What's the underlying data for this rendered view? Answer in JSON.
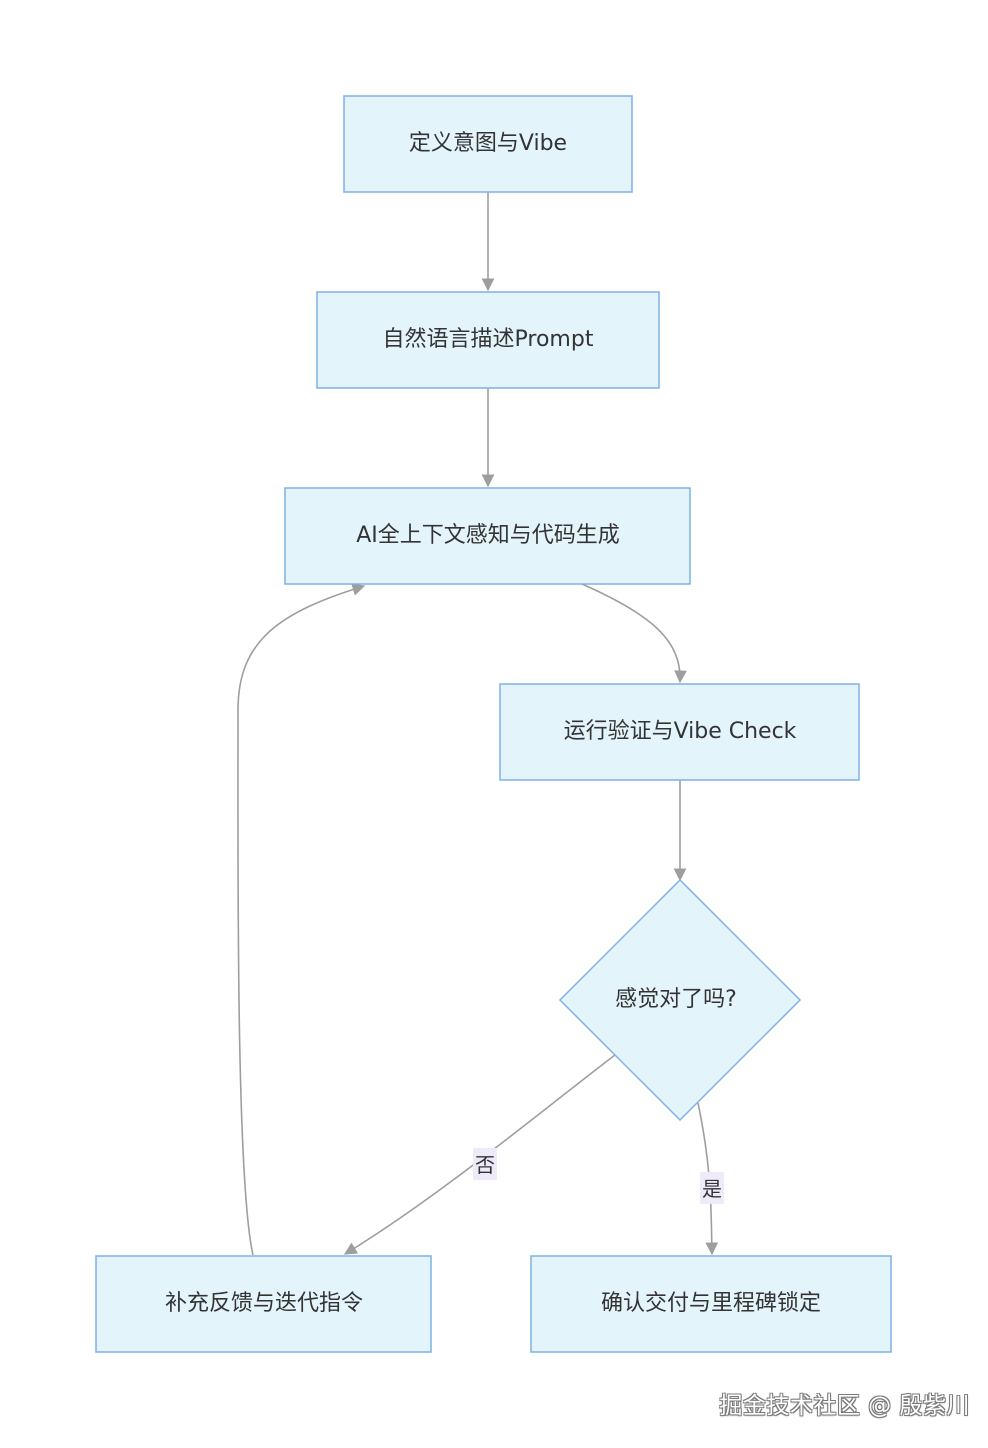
{
  "colors": {
    "node_fill": "#e4f4fb",
    "node_stroke": "#7fb0e6",
    "edge": "#9e9e9e",
    "label_bg": "#eeeaf8",
    "text": "#333333"
  },
  "nodes": {
    "define_intent": "定义意图与Vibe",
    "natural_prompt": "自然语言描述Prompt",
    "ai_generate": "AI全上下文感知与代码生成",
    "run_check": "运行验证与Vibe Check",
    "decision": "感觉对了吗?",
    "feedback": "补充反馈与迭代指令",
    "deliver": "确认交付与里程碑锁定"
  },
  "edges": {
    "no_label": "否",
    "yes_label": "是"
  },
  "watermark": "掘金技术社区 @ 殷紫川"
}
